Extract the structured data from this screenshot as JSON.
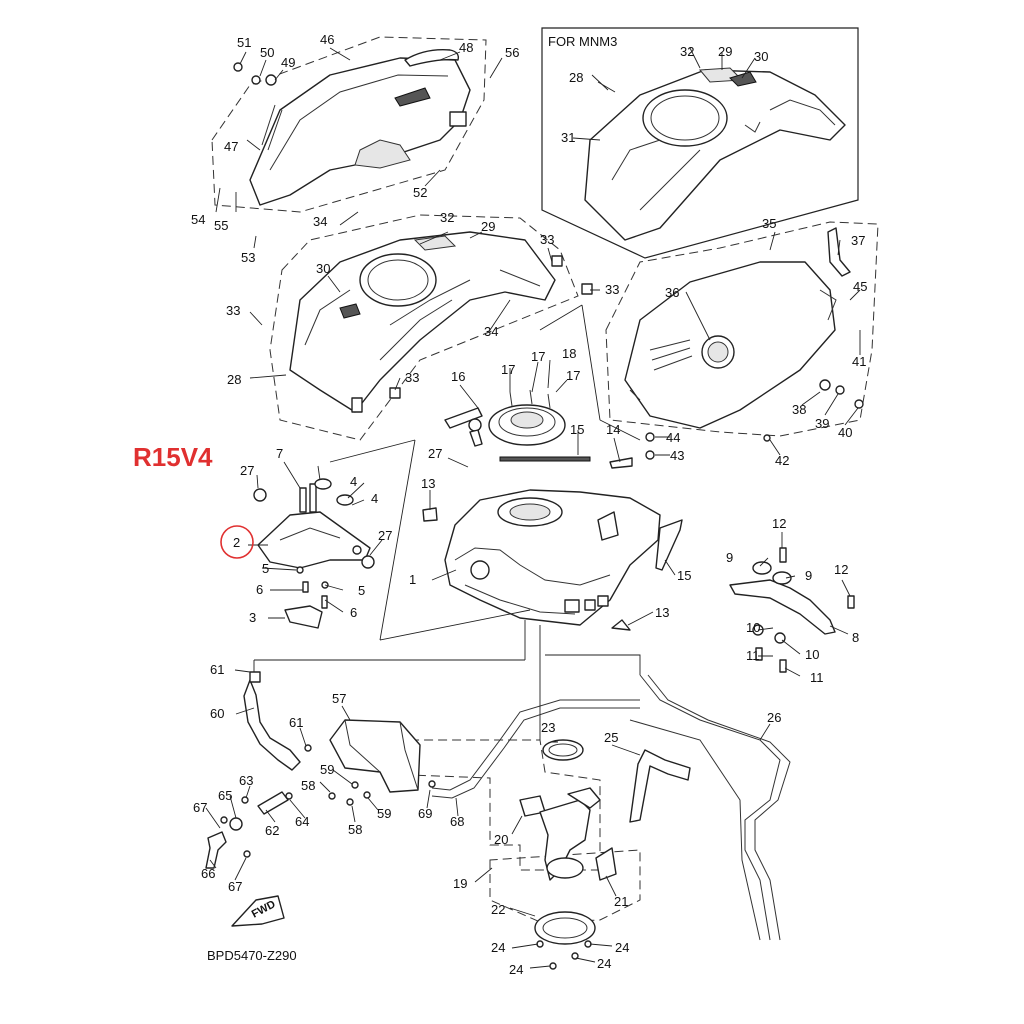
{
  "model_label": "R15V4",
  "variant_label": "FOR MNM3",
  "diagram_code": "BPD5470-Z290",
  "fwd_label": "FWD",
  "highlight_color": "#e03030",
  "highlighted_callout": "2",
  "callouts": {
    "c1": "1",
    "c2": "2",
    "c3": "3",
    "c4a": "4",
    "c4b": "4",
    "c5a": "5",
    "c5b": "5",
    "c6a": "6",
    "c6b": "6",
    "c7": "7",
    "c8": "8",
    "c9a": "9",
    "c9b": "9",
    "c10a": "10",
    "c10b": "10",
    "c11a": "11",
    "c11b": "11",
    "c12a": "12",
    "c12b": "12",
    "c13a": "13",
    "c13b": "13",
    "c14": "14",
    "c15a": "15",
    "c15b": "15",
    "c16": "16",
    "c17a": "17",
    "c17b": "17",
    "c17c": "17",
    "c18": "18",
    "c19": "19",
    "c20": "20",
    "c21": "21",
    "c22": "22",
    "c23": "23",
    "c24a": "24",
    "c24b": "24",
    "c24c": "24",
    "c24d": "24",
    "c25": "25",
    "c26": "26",
    "c27a": "27",
    "c27b": "27",
    "c27c": "27",
    "c28a": "28",
    "c28b": "28",
    "c29a": "29",
    "c29b": "29",
    "c30a": "30",
    "c30b": "30",
    "c31": "31",
    "c32a": "32",
    "c32b": "32",
    "c33a": "33",
    "c33b": "33",
    "c33c": "33",
    "c33d": "33",
    "c34a": "34",
    "c34b": "34",
    "c35": "35",
    "c36": "36",
    "c37": "37",
    "c38": "38",
    "c39": "39",
    "c40": "40",
    "c41": "41",
    "c42": "42",
    "c43": "43",
    "c44": "44",
    "c45": "45",
    "c46": "46",
    "c47": "47",
    "c48": "48",
    "c49": "49",
    "c50": "50",
    "c51": "51",
    "c52": "52",
    "c53": "53",
    "c54": "54",
    "c55": "55",
    "c56": "56",
    "c57": "57",
    "c58a": "58",
    "c58b": "58",
    "c59a": "59",
    "c59b": "59",
    "c60": "60",
    "c61a": "61",
    "c61b": "61",
    "c62": "62",
    "c63": "63",
    "c64": "64",
    "c65": "65",
    "c66": "66",
    "c67a": "67",
    "c67b": "67",
    "c68": "68",
    "c69": "69"
  }
}
